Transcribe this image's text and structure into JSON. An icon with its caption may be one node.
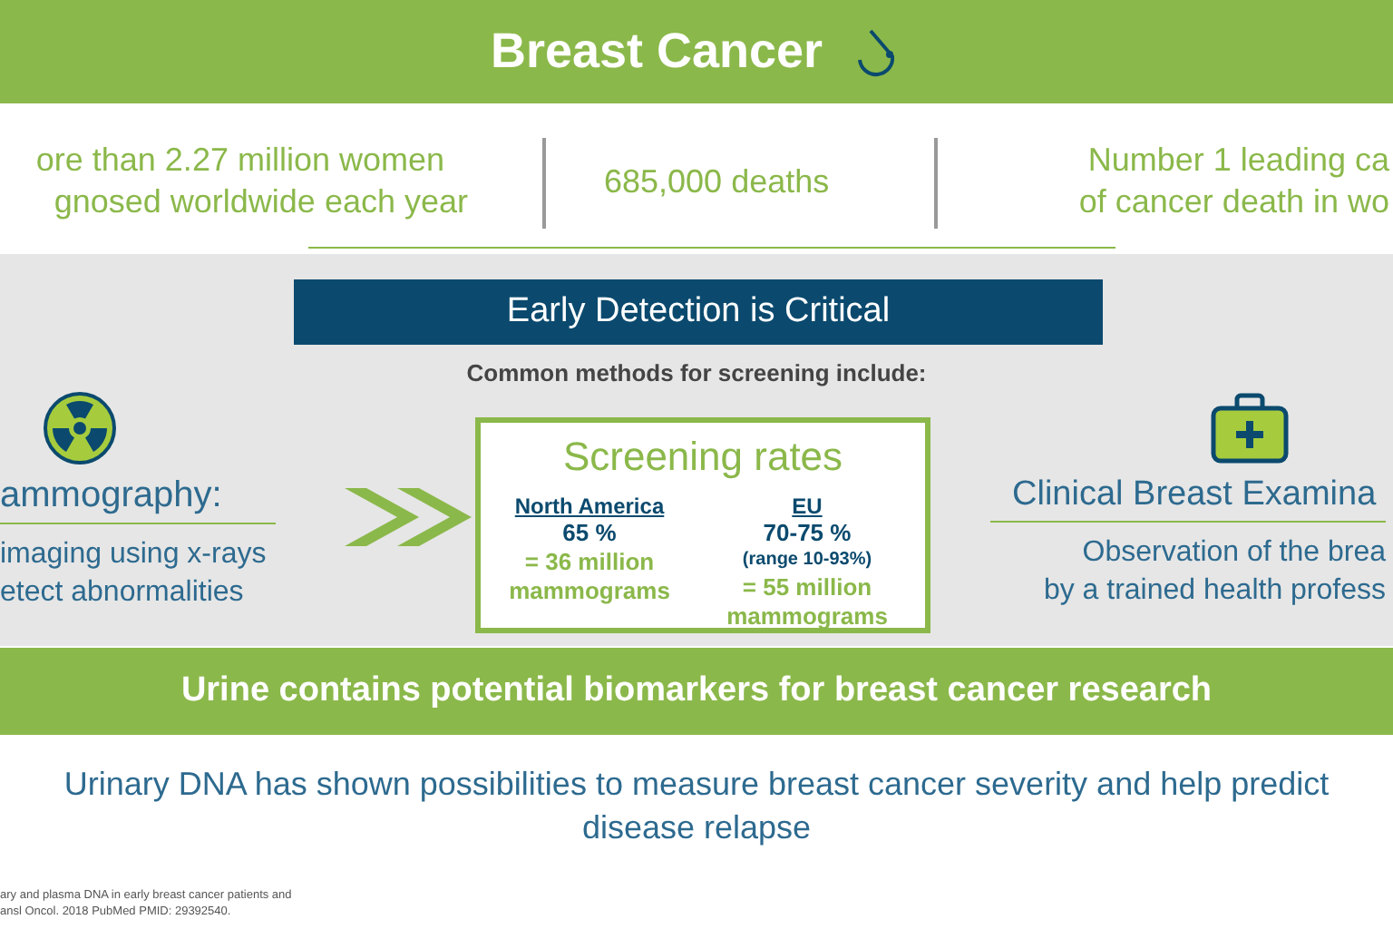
{
  "diagram": {
    "nodes": [
      {
        "text": [
          "Breast Cancer"
        ]
      },
      {
        "text": [
          "Early Detection is Critical"
        ]
      },
      {
        "text": [
          "ammography:",
          "imaging using x-rays",
          "etect abnormalities"
        ]
      },
      {
        "text": [
          "Screening rates",
          "North America",
          "65 %",
          "= 36 million mammograms",
          "EU",
          "70-75 %",
          "(range 10-93%)",
          "= 55 million mammograms"
        ]
      },
      {
        "text": [
          "Clinical Breast Examina",
          "Observation of the brea",
          "by a trained health profess"
        ]
      },
      {
        "text": [
          "Urine contains potential biomarkers for breast cancer research"
        ]
      }
    ],
    "edges": [
      {
        "from": 2,
        "to": 3,
        "arrow": "to"
      }
    ],
    "labels": [
      "ore than 2.27 million women",
      "gnosed worldwide each year",
      "685,000 deaths",
      "Number 1 leading ca",
      "of cancer death in wo",
      "Common methods for screening include:",
      "Urinary DNA has shown possibilities to measure breast cancer severity and help predict disease relapse",
      "ary and plasma DNA in early breast cancer patients and",
      "ansl Oncol. 2018 PubMed PMID: 29392540."
    ]
  }
}
